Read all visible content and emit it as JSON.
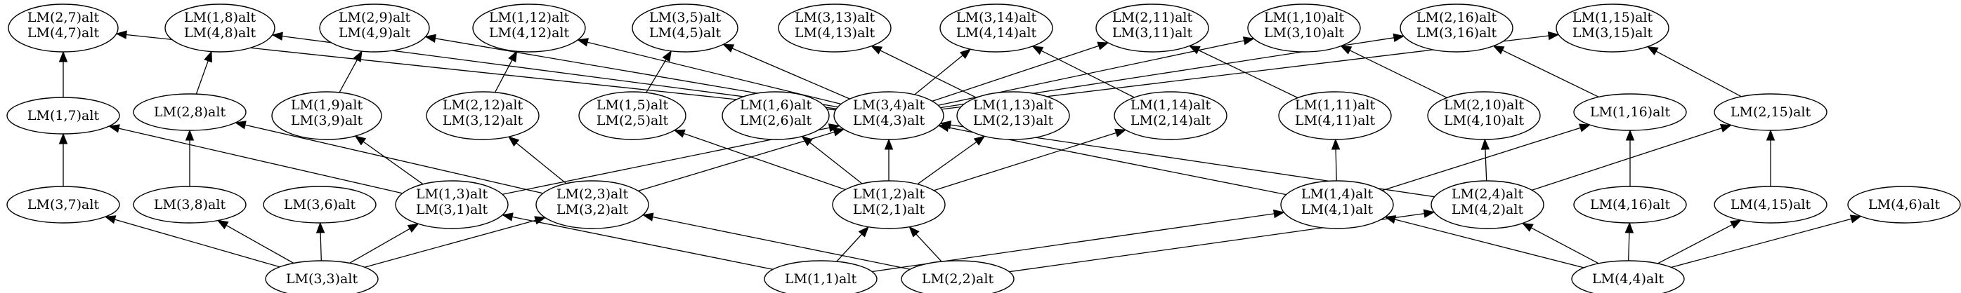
{
  "graph": {
    "nodes": [
      {
        "id": "lm27",
        "lines": [
          "LM(2,7)alt",
          "LM(4,7)alt"
        ]
      },
      {
        "id": "lm18",
        "lines": [
          "LM(1,8)alt",
          "LM(4,8)alt"
        ]
      },
      {
        "id": "lm29",
        "lines": [
          "LM(2,9)alt",
          "LM(4,9)alt"
        ]
      },
      {
        "id": "lm112",
        "lines": [
          "LM(1,12)alt",
          "LM(4,12)alt"
        ]
      },
      {
        "id": "lm35",
        "lines": [
          "LM(3,5)alt",
          "LM(4,5)alt"
        ]
      },
      {
        "id": "lm313",
        "lines": [
          "LM(3,13)alt",
          "LM(4,13)alt"
        ]
      },
      {
        "id": "lm314",
        "lines": [
          "LM(3,14)alt",
          "LM(4,14)alt"
        ]
      },
      {
        "id": "lm211",
        "lines": [
          "LM(2,11)alt",
          "LM(3,11)alt"
        ]
      },
      {
        "id": "lm110",
        "lines": [
          "LM(1,10)alt",
          "LM(3,10)alt"
        ]
      },
      {
        "id": "lm216",
        "lines": [
          "LM(2,16)alt",
          "LM(3,16)alt"
        ]
      },
      {
        "id": "lm115",
        "lines": [
          "LM(1,15)alt",
          "LM(3,15)alt"
        ]
      },
      {
        "id": "lm17",
        "lines": [
          "LM(1,7)alt"
        ]
      },
      {
        "id": "lm28",
        "lines": [
          "LM(2,8)alt"
        ]
      },
      {
        "id": "lm19",
        "lines": [
          "LM(1,9)alt",
          "LM(3,9)alt"
        ]
      },
      {
        "id": "lm212",
        "lines": [
          "LM(2,12)alt",
          "LM(3,12)alt"
        ]
      },
      {
        "id": "lm15",
        "lines": [
          "LM(1,5)alt",
          "LM(2,5)alt"
        ]
      },
      {
        "id": "lm16",
        "lines": [
          "LM(1,6)alt",
          "LM(2,6)alt"
        ]
      },
      {
        "id": "lm34",
        "lines": [
          "LM(3,4)alt",
          "LM(4,3)alt"
        ]
      },
      {
        "id": "lm113",
        "lines": [
          "LM(1,13)alt",
          "LM(2,13)alt"
        ]
      },
      {
        "id": "lm114",
        "lines": [
          "LM(1,14)alt",
          "LM(2,14)alt"
        ]
      },
      {
        "id": "lm111",
        "lines": [
          "LM(1,11)alt",
          "LM(4,11)alt"
        ]
      },
      {
        "id": "lm210",
        "lines": [
          "LM(2,10)alt",
          "LM(4,10)alt"
        ]
      },
      {
        "id": "lm116",
        "lines": [
          "LM(1,16)alt"
        ]
      },
      {
        "id": "lm215",
        "lines": [
          "LM(2,15)alt"
        ]
      },
      {
        "id": "lm37",
        "lines": [
          "LM(3,7)alt"
        ]
      },
      {
        "id": "lm38",
        "lines": [
          "LM(3,8)alt"
        ]
      },
      {
        "id": "lm36",
        "lines": [
          "LM(3,6)alt"
        ]
      },
      {
        "id": "lm13",
        "lines": [
          "LM(1,3)alt",
          "LM(3,1)alt"
        ]
      },
      {
        "id": "lm23",
        "lines": [
          "LM(2,3)alt",
          "LM(3,2)alt"
        ]
      },
      {
        "id": "lm12",
        "lines": [
          "LM(1,2)alt",
          "LM(2,1)alt"
        ]
      },
      {
        "id": "lm14",
        "lines": [
          "LM(1,4)alt",
          "LM(4,1)alt"
        ]
      },
      {
        "id": "lm24",
        "lines": [
          "LM(2,4)alt",
          "LM(4,2)alt"
        ]
      },
      {
        "id": "lm416",
        "lines": [
          "LM(4,16)alt"
        ]
      },
      {
        "id": "lm415",
        "lines": [
          "LM(4,15)alt"
        ]
      },
      {
        "id": "lm46",
        "lines": [
          "LM(4,6)alt"
        ]
      },
      {
        "id": "lm33",
        "lines": [
          "LM(3,3)alt"
        ]
      },
      {
        "id": "lm11",
        "lines": [
          "LM(1,1)alt"
        ]
      },
      {
        "id": "lm22",
        "lines": [
          "LM(2,2)alt"
        ]
      },
      {
        "id": "lm44",
        "lines": [
          "LM(4,4)alt"
        ]
      }
    ],
    "edges": [
      [
        "lm17",
        "lm27"
      ],
      [
        "lm28",
        "lm18"
      ],
      [
        "lm19",
        "lm29"
      ],
      [
        "lm212",
        "lm112"
      ],
      [
        "lm15",
        "lm35"
      ],
      [
        "lm34",
        "lm27"
      ],
      [
        "lm34",
        "lm18"
      ],
      [
        "lm34",
        "lm29"
      ],
      [
        "lm34",
        "lm112"
      ],
      [
        "lm34",
        "lm35"
      ],
      [
        "lm34",
        "lm314"
      ],
      [
        "lm34",
        "lm211"
      ],
      [
        "lm34",
        "lm110"
      ],
      [
        "lm34",
        "lm216"
      ],
      [
        "lm34",
        "lm115"
      ],
      [
        "lm113",
        "lm313"
      ],
      [
        "lm114",
        "lm314"
      ],
      [
        "lm111",
        "lm211"
      ],
      [
        "lm210",
        "lm110"
      ],
      [
        "lm116",
        "lm216"
      ],
      [
        "lm215",
        "lm115"
      ],
      [
        "lm37",
        "lm17"
      ],
      [
        "lm38",
        "lm28"
      ],
      [
        "lm33",
        "lm37"
      ],
      [
        "lm33",
        "lm38"
      ],
      [
        "lm33",
        "lm36"
      ],
      [
        "lm33",
        "lm13"
      ],
      [
        "lm33",
        "lm23"
      ],
      [
        "lm13",
        "lm17"
      ],
      [
        "lm13",
        "lm19"
      ],
      [
        "lm13",
        "lm34"
      ],
      [
        "lm23",
        "lm28"
      ],
      [
        "lm23",
        "lm212"
      ],
      [
        "lm23",
        "lm34"
      ],
      [
        "lm12",
        "lm15"
      ],
      [
        "lm12",
        "lm16"
      ],
      [
        "lm12",
        "lm34"
      ],
      [
        "lm12",
        "lm113"
      ],
      [
        "lm12",
        "lm114"
      ],
      [
        "lm14",
        "lm111"
      ],
      [
        "lm14",
        "lm34"
      ],
      [
        "lm24",
        "lm210"
      ],
      [
        "lm24",
        "lm34"
      ],
      [
        "lm24",
        "lm215"
      ],
      [
        "lm14",
        "lm116"
      ],
      [
        "lm11",
        "lm13"
      ],
      [
        "lm11",
        "lm12"
      ],
      [
        "lm11",
        "lm14"
      ],
      [
        "lm22",
        "lm23"
      ],
      [
        "lm22",
        "lm12"
      ],
      [
        "lm22",
        "lm24"
      ],
      [
        "lm44",
        "lm14"
      ],
      [
        "lm44",
        "lm24"
      ],
      [
        "lm44",
        "lm416"
      ],
      [
        "lm44",
        "lm415"
      ],
      [
        "lm44",
        "lm46"
      ],
      [
        "lm416",
        "lm116"
      ],
      [
        "lm415",
        "lm215"
      ]
    ]
  }
}
